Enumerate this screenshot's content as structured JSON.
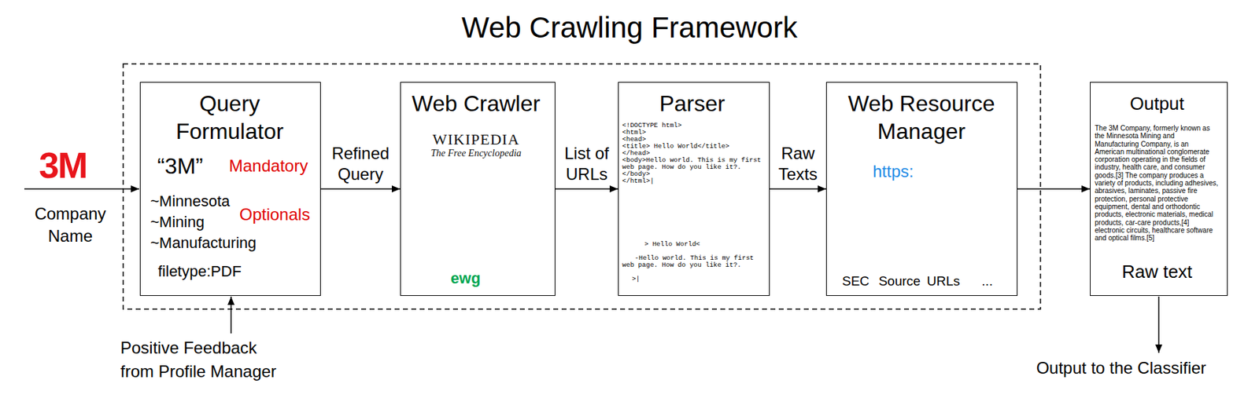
{
  "diagram": {
    "title": "Web Crawling Framework",
    "nodes": [
      {
        "text": [
          "Query Formulator",
          "“3M”",
          "Mandatory",
          "~Minnesota ~Mining ~Manufacturing",
          "Optionals",
          "filetype:PDF"
        ]
      },
      {
        "text": [
          "Web Crawler",
          "WIKIPEDIA",
          "The Free Encyclopedia",
          "ewg"
        ]
      },
      {
        "text": [
          "Parser",
          "<!DOCTYPE html>",
          "<html>",
          "<head>",
          "<title> Hello World</title>",
          "</head>",
          "<body>Hello world. This is my first web page. How do you like it?.",
          "</body>",
          "</html>|",
          "> Hello World<",
          "-Hello world. This is my first web page. How do you like it?.",
          ">|"
        ]
      },
      {
        "text": [
          "Web Resource Manager",
          "https:",
          "SEC",
          "Source",
          "URLs",
          "..."
        ]
      },
      {
        "text": [
          "Output",
          "The 3M Company, formerly known as the Minnesota Mining and Manufacturing Company, is an American multinational conglomerate corporation operating in the fields of industry, health care, and consumer goods.[3] The company produces a variety of products, including adhesives, abrasives, laminates, passive fire protection, personal protective equipment, dental and orthodontic products, electronic materials, medical products, car-care products,[4] electronic circuits, healthcare software and optical films.[5]",
          "Raw text"
        ]
      }
    ],
    "edges": [
      {
        "from": 0,
        "to": 1,
        "label": "Refined Query",
        "arrow": "to"
      },
      {
        "from": 1,
        "to": 2,
        "label": "List of URLs",
        "arrow": "to"
      },
      {
        "from": 2,
        "to": 3,
        "label": "Raw Texts",
        "arrow": "to"
      },
      {
        "from": 3,
        "to": 4,
        "arrow": "to"
      }
    ],
    "labels": [
      "3M",
      "Company Name",
      "Positive Feedback from Profile Manager",
      "Output to the Classifier"
    ]
  }
}
